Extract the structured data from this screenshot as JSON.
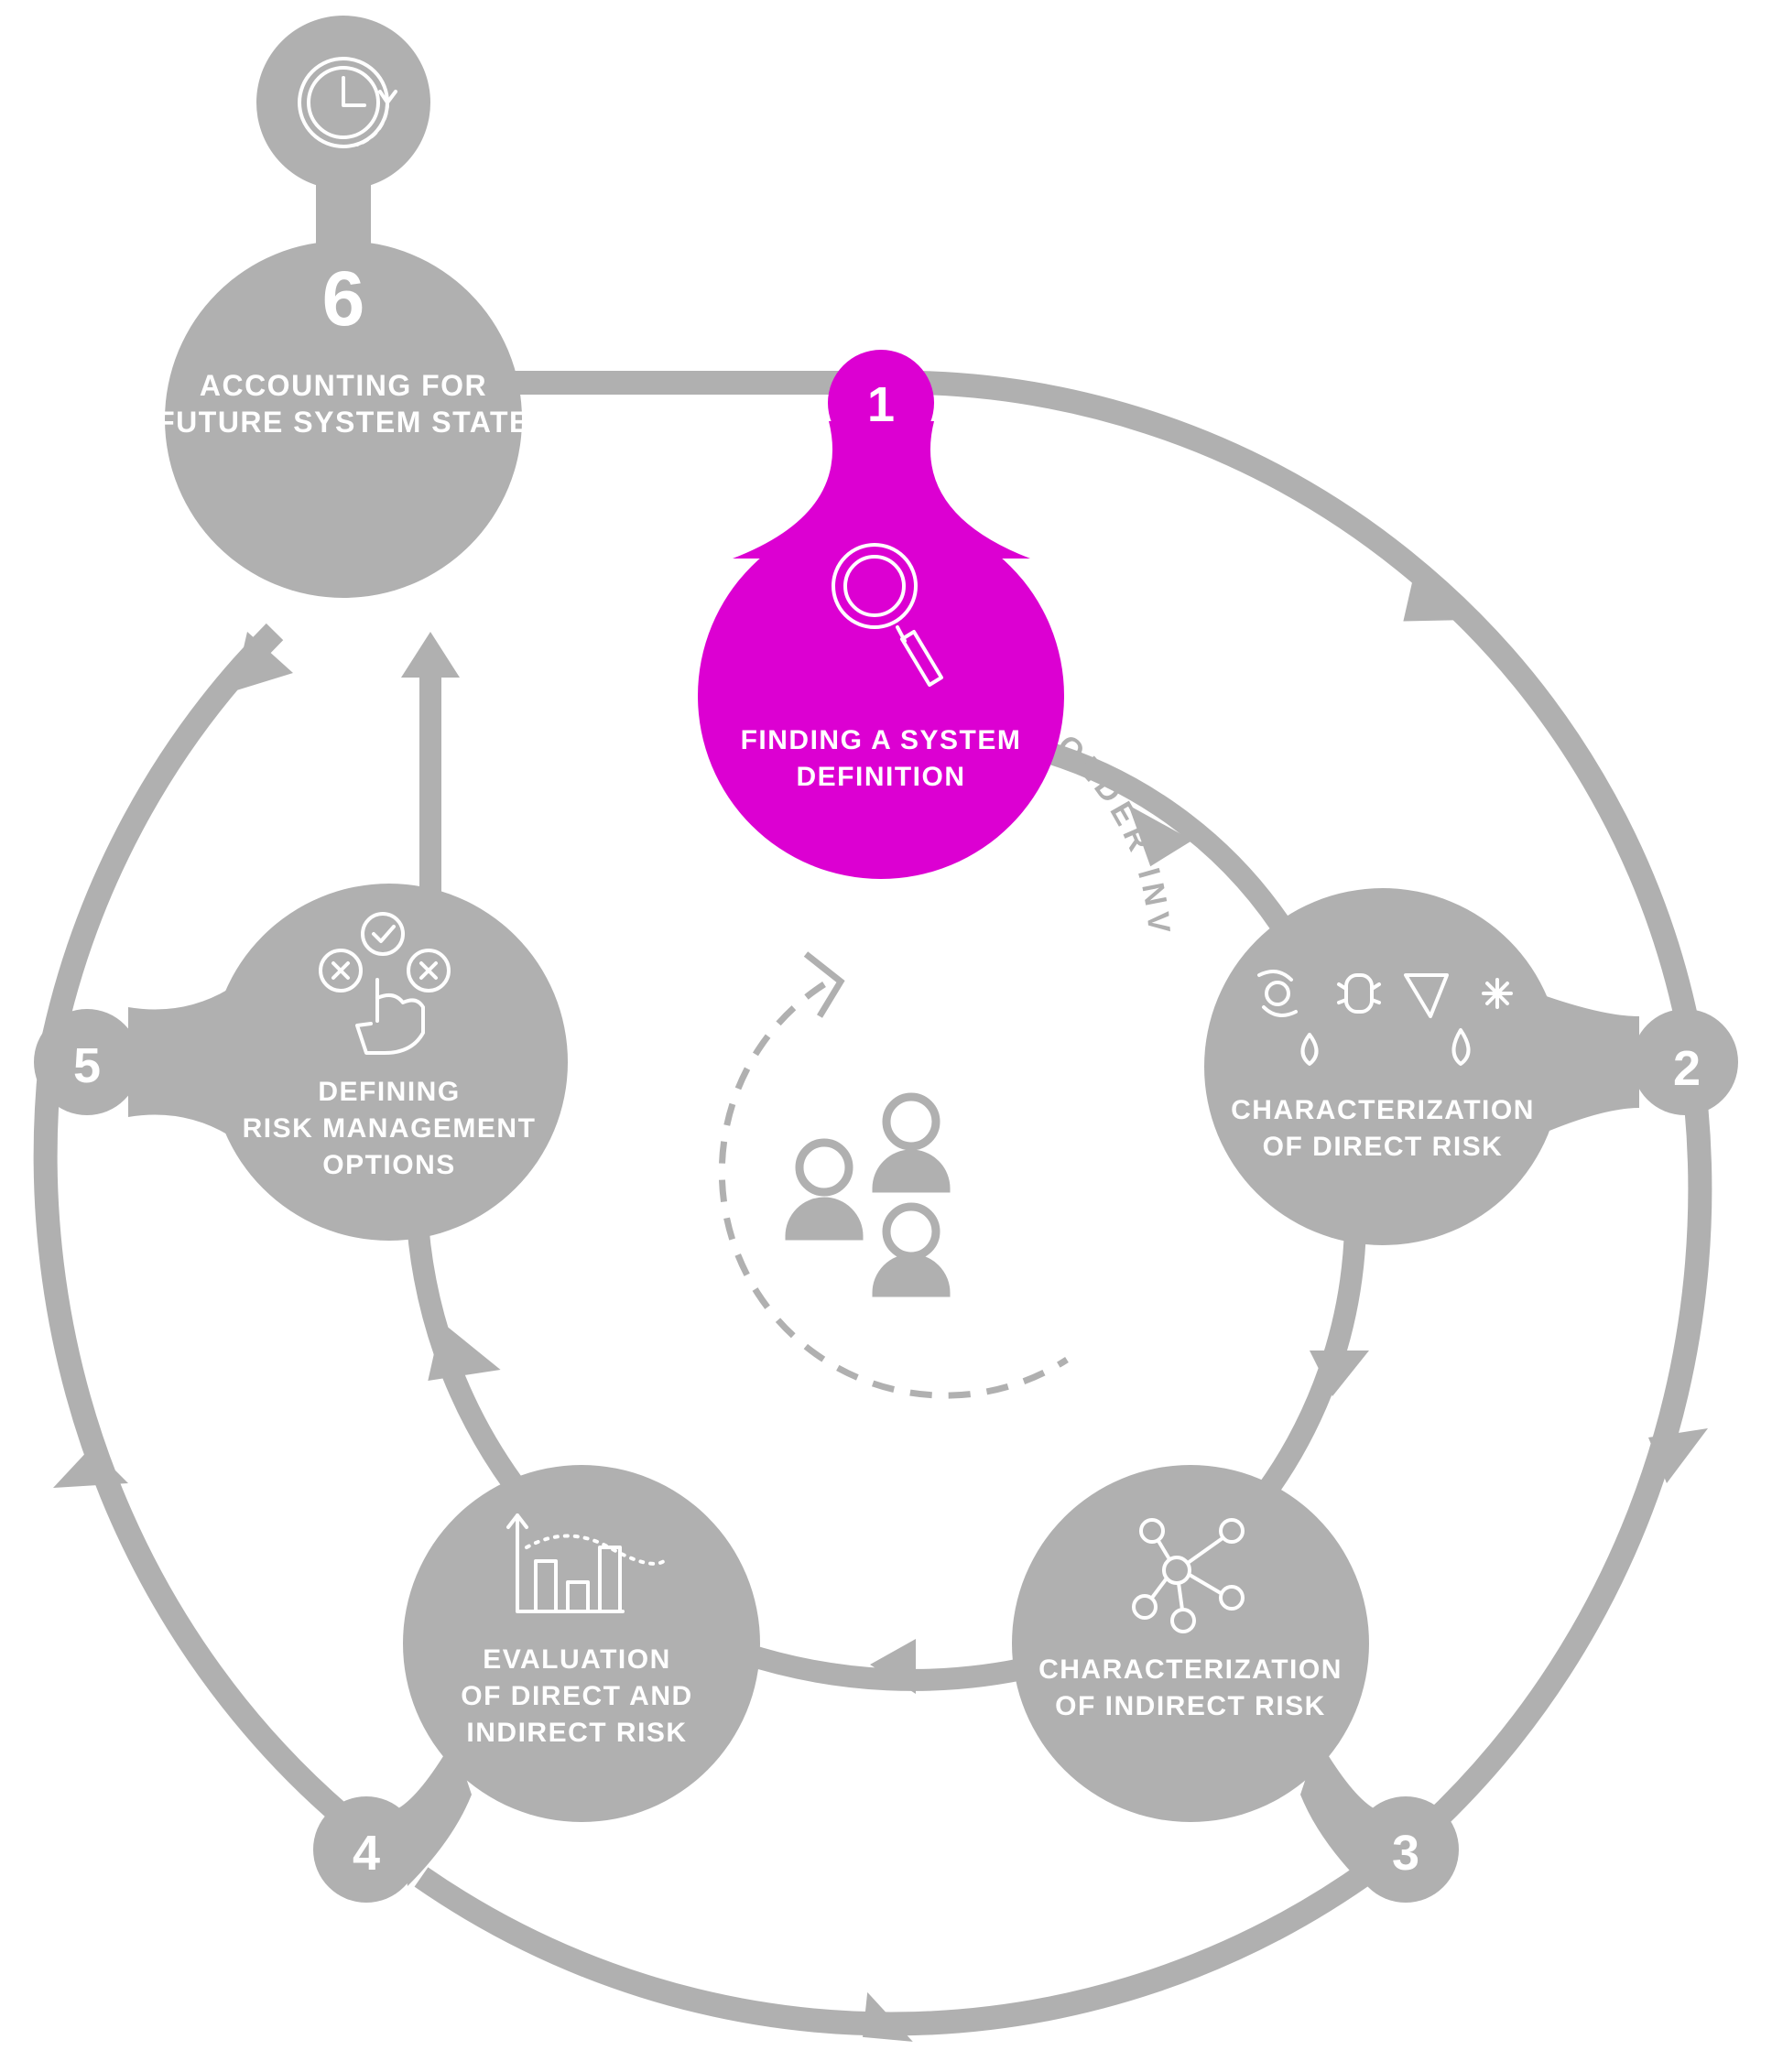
{
  "colors": {
    "gray": "#b0b0b0",
    "active": "#dc00d2",
    "white": "#ffffff"
  },
  "center": {
    "ring_text": "STAKEHOLDER INVOLVEMENT",
    "icon": "people-group-icon"
  },
  "steps": [
    {
      "number": "1",
      "line1": "FINDING A SYSTEM",
      "line2": "DEFINITION",
      "line3": "",
      "icon": "magnifier-icon",
      "active": true
    },
    {
      "number": "2",
      "line1": "CHARACTERIZATION",
      "line2": "OF DIRECT RISK",
      "line3": "",
      "icon": "hazards-icon",
      "active": false
    },
    {
      "number": "3",
      "line1": "CHARACTERIZATION",
      "line2": "OF INDIRECT RISK",
      "line3": "",
      "icon": "network-icon",
      "active": false
    },
    {
      "number": "4",
      "line1": "EVALUATION",
      "line2": "OF DIRECT AND",
      "line3": "INDIRECT RISK",
      "icon": "bar-chart-icon",
      "active": false
    },
    {
      "number": "5",
      "line1": "DEFINING",
      "line2": "RISK MANAGEMENT",
      "line3": "OPTIONS",
      "icon": "options-select-icon",
      "active": false
    },
    {
      "number": "6",
      "line1": "ACCOUNTING FOR",
      "line2": "FUTURE SYSTEM STATE",
      "line3": "",
      "icon": "clock-refresh-icon",
      "active": false
    }
  ]
}
